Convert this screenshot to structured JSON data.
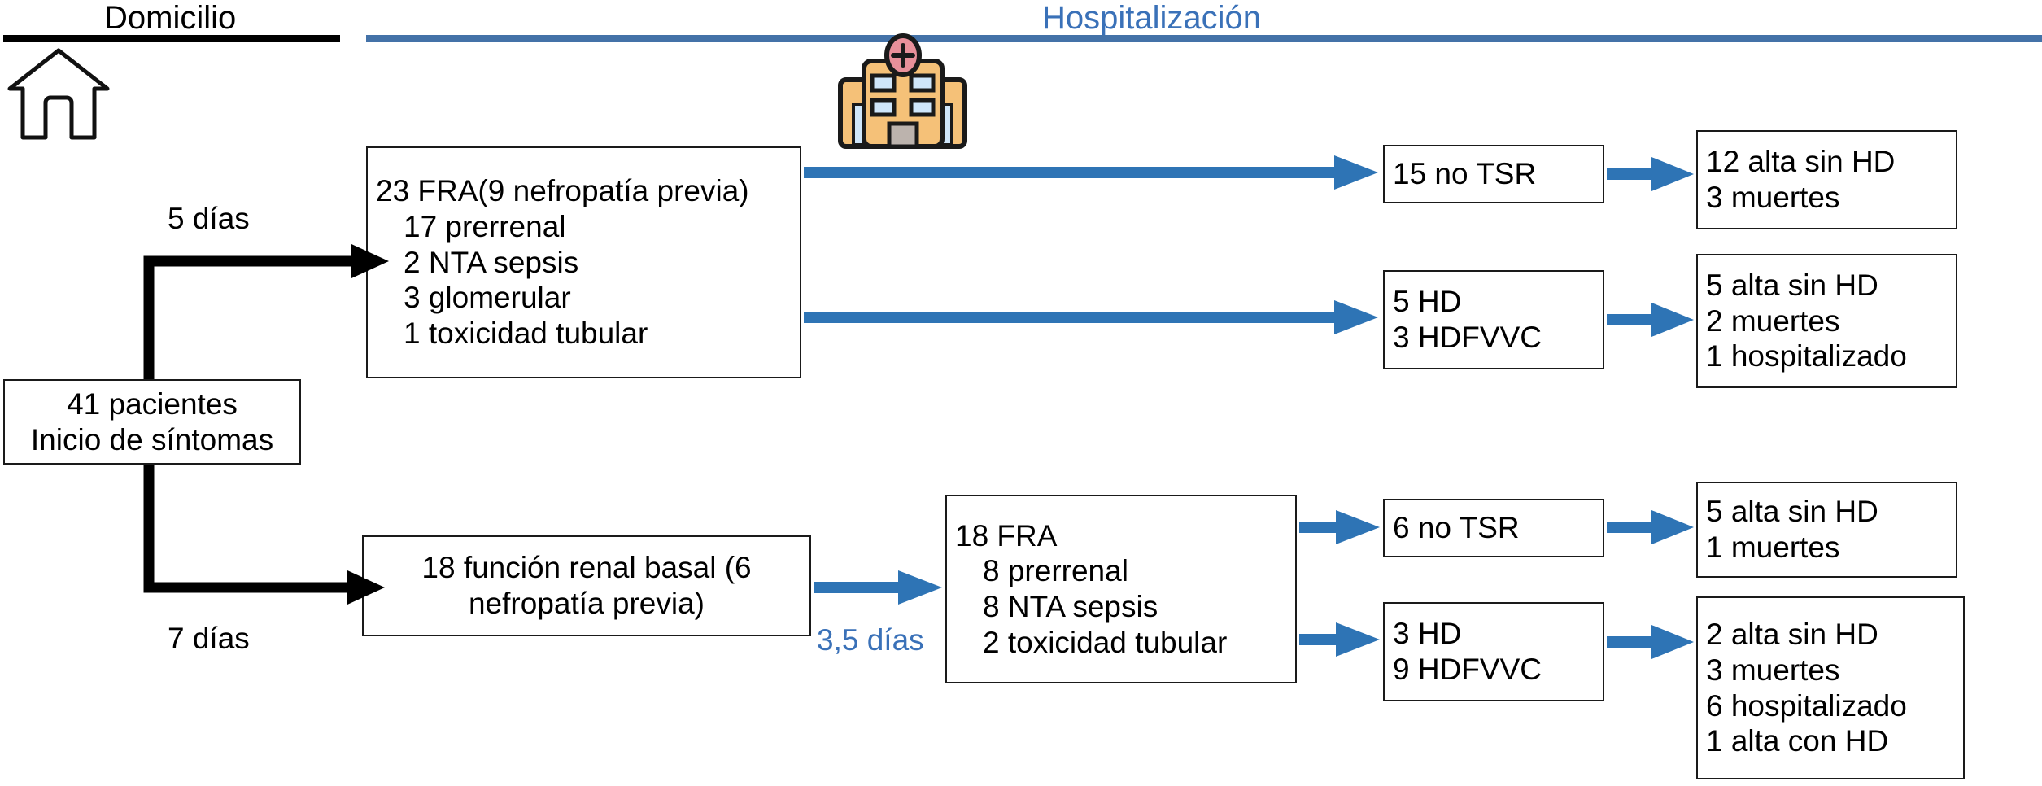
{
  "sections": {
    "home": {
      "title": "Domicilio"
    },
    "hospital": {
      "title": "Hospitalización"
    }
  },
  "icons": {
    "home": "house-icon",
    "hospital": "hospital-building-icon"
  },
  "colors": {
    "home_divider": "#000000",
    "hospital_divider": "#4472a8",
    "hospital_title": "#3a71b8",
    "arrow_blue": "#2e74b5",
    "arrow_black": "#000000",
    "box_border": "#1a1a1a",
    "hospital_icon_body": "#f5c178",
    "hospital_icon_window": "#bddcf5",
    "hospital_icon_cross": "#e8909a",
    "hospital_icon_door": "#bcb3ad"
  },
  "edge_labels": {
    "top_days": "5 días",
    "bottom_days": "7 días",
    "mid_days": "3,5 días"
  },
  "boxes": {
    "start": {
      "lines": [
        "41 pacientes",
        "Inicio de síntomas"
      ]
    },
    "fra_top": {
      "lines": [
        "23 FRA(9 nefropatía previa)",
        "17 prerrenal",
        "2 NTA sepsis",
        "3 glomerular",
        "1 toxicidad tubular"
      ]
    },
    "no_tsr_top": {
      "lines": [
        "15 no TSR"
      ]
    },
    "hd_top": {
      "lines": [
        "5 HD",
        "3 HDFVVC"
      ]
    },
    "outcome_top_1": {
      "lines": [
        "12 alta sin HD",
        "3 muertes"
      ]
    },
    "outcome_top_2": {
      "lines": [
        "5 alta sin HD",
        "2 muertes",
        "1 hospitalizado"
      ]
    },
    "renal_basal": {
      "lines": [
        "18 función renal basal (6",
        "nefropatía previa)"
      ]
    },
    "fra_bottom": {
      "lines": [
        "18 FRA",
        "8 prerrenal",
        "8 NTA sepsis",
        "2 toxicidad tubular"
      ]
    },
    "no_tsr_bottom": {
      "lines": [
        "6 no TSR"
      ]
    },
    "hd_bottom": {
      "lines": [
        "3 HD",
        "9 HDFVVC"
      ]
    },
    "outcome_bottom_1": {
      "lines": [
        "5 alta sin HD",
        "1 muertes"
      ]
    },
    "outcome_bottom_2": {
      "lines": [
        "2 alta sin HD",
        "3 muertes",
        "6 hospitalizado",
        "1 alta con HD"
      ]
    }
  }
}
